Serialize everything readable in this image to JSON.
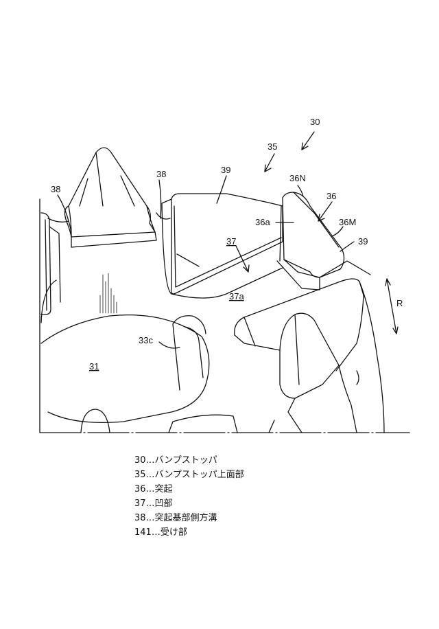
{
  "labels": {
    "l30": "30",
    "l35": "35",
    "l36N": "36N",
    "l36": "36",
    "l36M": "36M",
    "l36a": "36a",
    "l37": "37",
    "l37a": "37a",
    "l38_left": "38",
    "l38_mid": "38",
    "l39_top": "39",
    "l39_right": "39",
    "l31": "31",
    "l33c": "33c",
    "R": "R"
  },
  "legend": [
    "30…バンプストッパ",
    "35…バンプストッパ上面部",
    "36…突起",
    "37…凹部",
    "38…突起基部側方溝",
    "141…受け部"
  ]
}
